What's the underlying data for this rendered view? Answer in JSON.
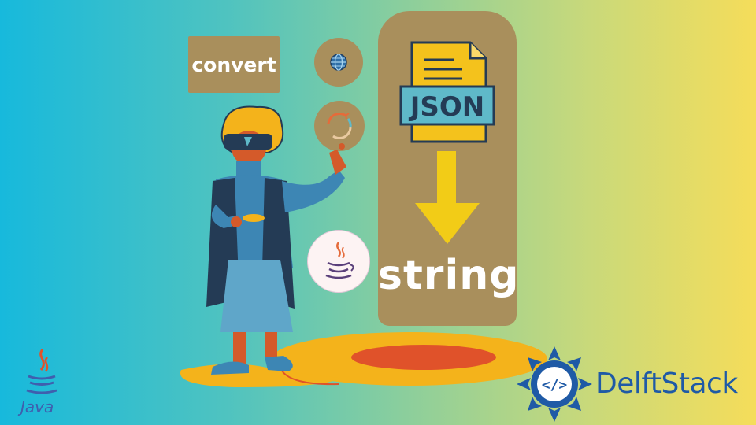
{
  "convert_label": "convert",
  "file_badge_label": "JSON",
  "result_label": "string",
  "brand": {
    "name_part1": "Delft",
    "name_part2": "Stack"
  },
  "java_logo_text": "Java",
  "colors": {
    "panel": "#a98f5c",
    "arrow": "#f2cc17",
    "document": "#f4c21c",
    "badge": "#5fb9c9",
    "brand_blue": "#1f5aa6",
    "floor_orange": "#f4b31b",
    "floor_red": "#e0522a"
  },
  "icons": [
    "globe-icon",
    "refresh-icon",
    "java-cup-icon",
    "json-file-icon",
    "down-arrow-icon",
    "delftstack-logo-icon",
    "java-logo-icon"
  ]
}
